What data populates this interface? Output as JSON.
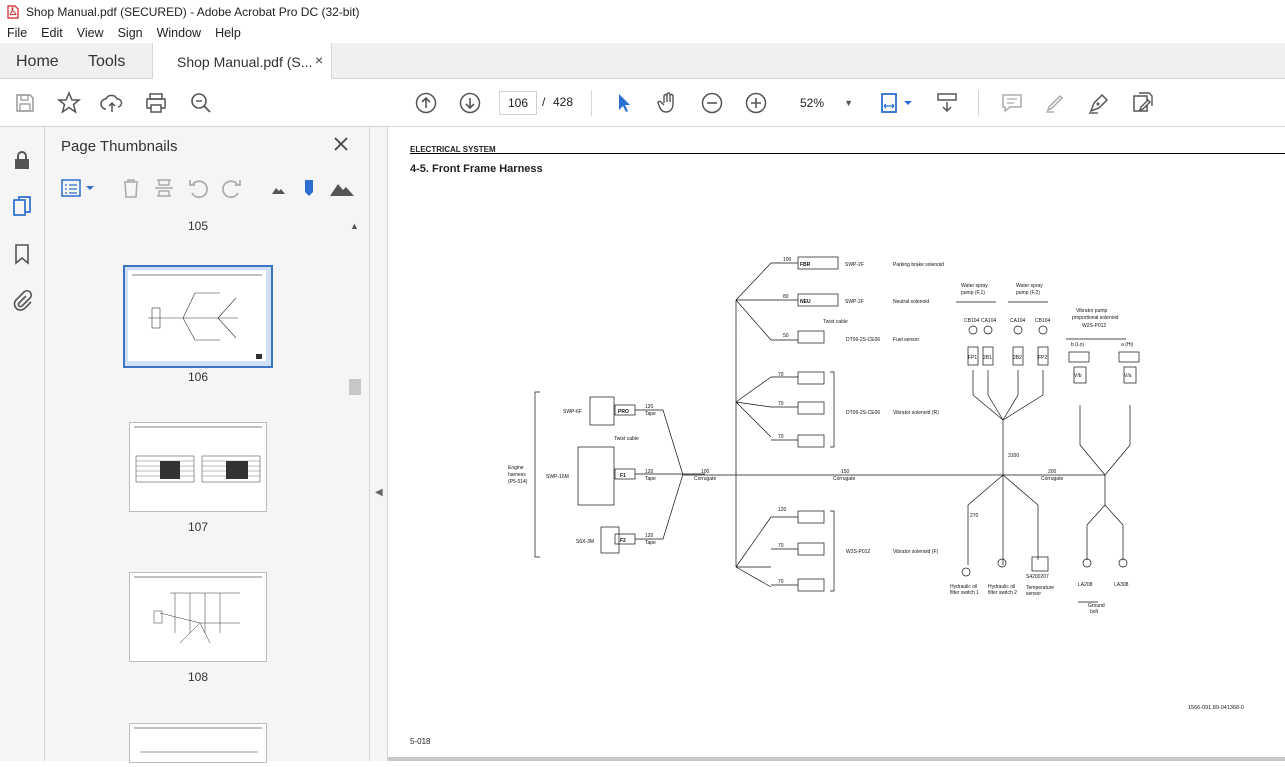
{
  "window": {
    "title": "Shop Manual.pdf (SECURED) - Adobe Acrobat Pro DC (32-bit)"
  },
  "menu": [
    "File",
    "Edit",
    "View",
    "Sign",
    "Window",
    "Help"
  ],
  "tabs": {
    "home": "Home",
    "tools": "Tools",
    "doc": "Shop Manual.pdf (S...",
    "close": "×"
  },
  "toolbar": {
    "page_current": "106",
    "page_sep": "/",
    "page_total": "428",
    "zoom": "52%"
  },
  "panel": {
    "title": "Page Thumbnails",
    "thumbs": [
      {
        "label": "105"
      },
      {
        "label": "106"
      },
      {
        "label": "107"
      },
      {
        "label": "108"
      }
    ]
  },
  "document": {
    "header": "ELECTRICAL SYSTEM",
    "section": "4-5. Front Frame Harness",
    "page_number": "5-018",
    "drawing_code": "1566-091.89-041368-0"
  },
  "diagram_labels": {
    "engine_harness": [
      "Engine",
      "harness",
      "(P5-014)"
    ],
    "swp6f": "SWP-6F",
    "pro": "PRO",
    "swp16m": "SWP-16M",
    "f1": "F1",
    "twist1": "Twist cable",
    "s6x3m": "S6X-3M",
    "f2": "F2",
    "fbr": "FBR",
    "swp2f_a": "SWP-2F",
    "parking": "Parking brake solenoid",
    "neu": "NEU",
    "swp2f_b": "SWP-2F",
    "neutral": "Neutral solenoid",
    "twist2": "Twist cable",
    "dt06_a": "DT06-2S-CE06",
    "fuel": "Fuel sensor",
    "dt06_b": "DT06-2S-CE06",
    "vib_r": "Vibrator solenoid (R)",
    "w2s_a": "W2S-P012",
    "vib_f": "Vibrator solenoid (F)",
    "water1": [
      "Water spray",
      "pump (F,1)"
    ],
    "water2": [
      "Water spray",
      "pump (F,2)"
    ],
    "vibpump": [
      "Vibrator pump",
      "proportional solenoid",
      "W2S-P012"
    ],
    "cb104": "CB104",
    "ca104": "CA104",
    "ca104b": "CA104",
    "cb104b": "CB104",
    "fp1": "FP1",
    "2b1": "2B1",
    "2b2": "2B2",
    "fp2": "FP2",
    "vr": "V/b",
    "va": "V/a",
    "blo": "b (Lo)",
    "ahi": "a (Hi)",
    "hyd1": [
      "Hydraulic oil",
      "filter switch 1"
    ],
    "hyd2": [
      "Hydraulic oil",
      "filter switch 2"
    ],
    "temp": [
      "Temperature",
      "sensor"
    ],
    "s4200207": "S4200207",
    "la208": "LA208",
    "la308": "LA308",
    "ground": [
      "Ground",
      "bolt"
    ],
    "corrugate": "Corrugate",
    "tape": "Tape",
    "len100": "100",
    "len150": "150",
    "len200": "200",
    "len120": "120",
    "len70": "70",
    "len80": "80",
    "len50": "50",
    "len270": "270",
    "len3100": "3100"
  }
}
